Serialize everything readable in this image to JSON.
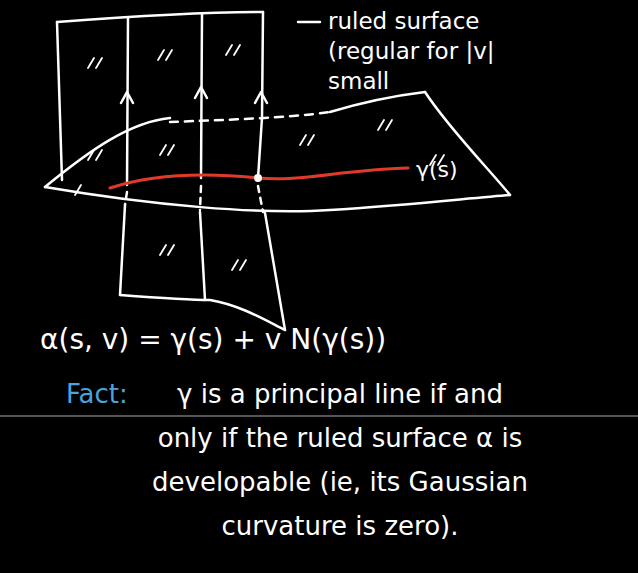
{
  "diagram": {
    "labels": [
      "ruled surface (regular for |v| small",
      "γ(s)",
      "α(s, v) = γ(s) + v N(γ(s))",
      "Fact:",
      "γ is a principal line if and only if the ruled surface α is developable (ie, its Gaussian curvature is zero)."
    ]
  }
}
